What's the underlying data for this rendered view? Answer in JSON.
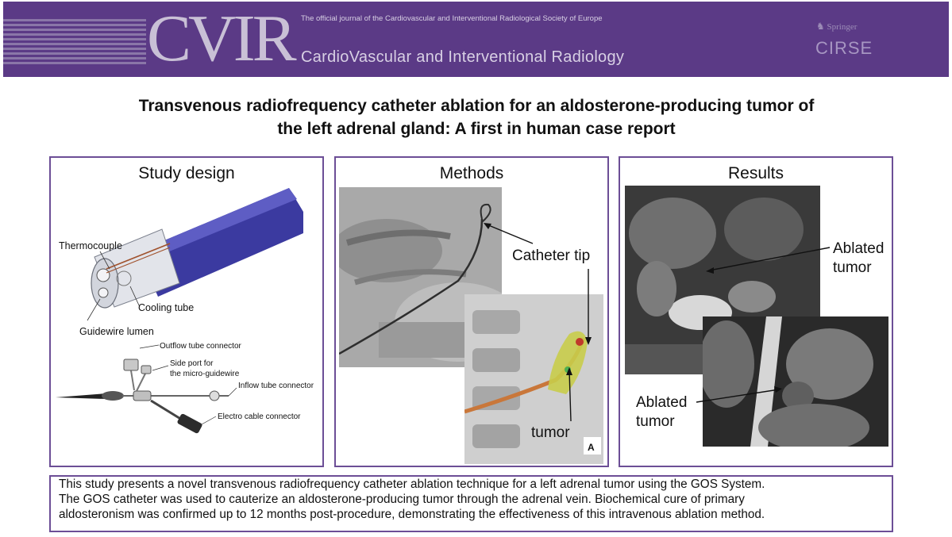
{
  "banner": {
    "logo_text": "CVIR",
    "journal_tagline": "The official journal of the  Cardiovascular and Interventional Radiological Society of Europe",
    "journal_name": "CardioVascular and Interventional Radiology",
    "publisher": "Springer",
    "society_logo": "CIRSE",
    "colors": {
      "background": "#5b3a86",
      "text": "#d8d0e4"
    }
  },
  "title": {
    "line1": "Transvenous radiofrequency catheter ablation for an aldosterone-producing tumor of",
    "line2": "the left adrenal gland: A first in human case report"
  },
  "panels": {
    "study_design": {
      "heading": "Study design",
      "labels": {
        "thermocouple": "Thermocouple",
        "cooling_tube": "Cooling tube",
        "guidewire_lumen": "Guidewire lumen",
        "outflow": "Outflow tube connector",
        "side_port_1": "Side port for",
        "side_port_2": "the micro-guidewire",
        "inflow": "Inflow tube connector",
        "electro": "Electro cable connector"
      }
    },
    "methods": {
      "heading": "Methods",
      "labels": {
        "catheter_tip": "Catheter tip",
        "tumor": "tumor",
        "panel_letter": "A"
      }
    },
    "results": {
      "heading": "Results",
      "labels": {
        "ablated_1_line1": "Ablated",
        "ablated_1_line2": "tumor",
        "ablated_2_line1": "Ablated",
        "ablated_2_line2": "tumor"
      }
    }
  },
  "summary": {
    "line1": "This study presents a novel transvenous radiofrequency catheter ablation technique for a left adrenal tumor using the GOS System.",
    "line2": "The GOS catheter was used to cauterize an aldosterone-producing tumor through the adrenal vein. Biochemical cure of primary",
    "line3": "aldosteronism was confirmed up to 12 months post-procedure, demonstrating the effectiveness of this intravenous ablation method."
  },
  "colors": {
    "panel_border": "#6c4e96"
  }
}
